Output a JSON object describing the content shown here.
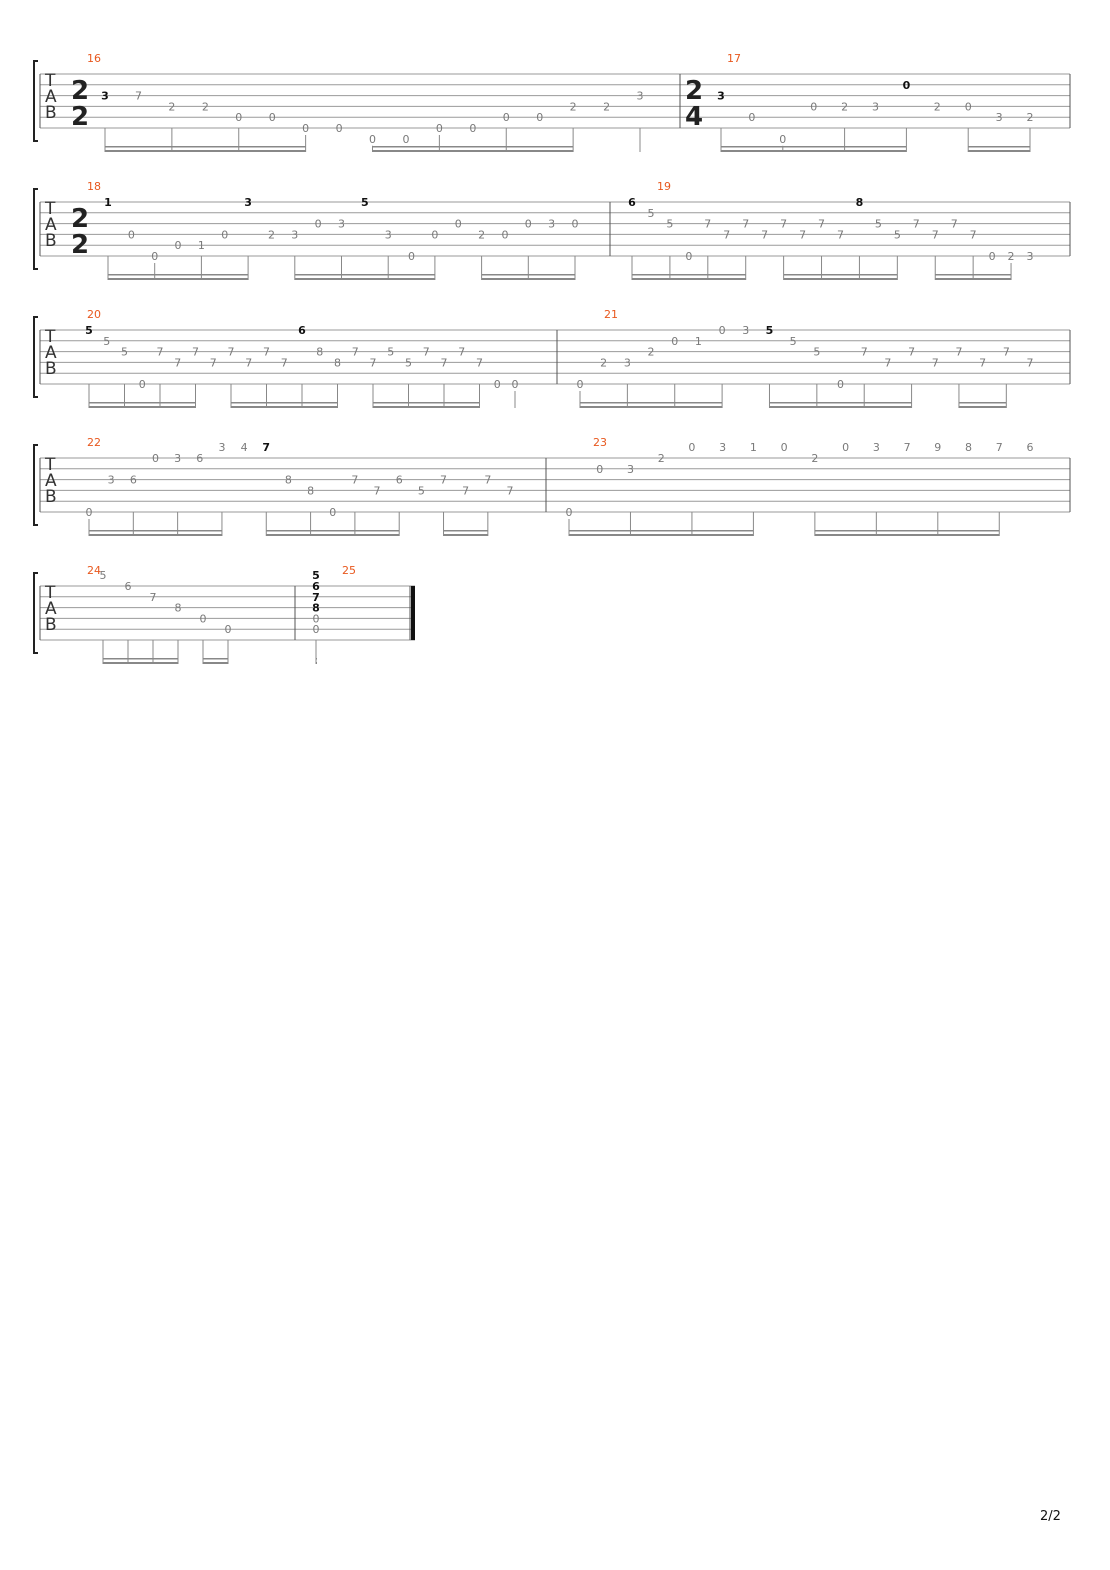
{
  "page": {
    "number": "2/2"
  },
  "colors": {
    "measure_number": "#e8581e",
    "fret": "#7a7a7a",
    "fret_strong": "#111111",
    "line": "#9a9a9a",
    "beam": "#888888"
  },
  "tab_clef": [
    "T",
    "A",
    "B"
  ],
  "systems": [
    {
      "time_signature": [
        "2",
        "2"
      ],
      "measures": [
        {
          "number": "16",
          "notes": [
            {
              "s": 3,
              "f": "3",
              "b": 1
            },
            {
              "s": 3,
              "f": "7",
              "b": 0
            },
            {
              "s": 4,
              "f": "2"
            },
            {
              "s": 4,
              "f": "2"
            },
            {
              "s": 5,
              "f": "0"
            },
            {
              "s": 5,
              "f": "0"
            },
            {
              "s": 6,
              "f": "0"
            },
            {
              "s": 6,
              "f": "0"
            },
            {
              "s": 7,
              "f": "0"
            },
            {
              "s": 7,
              "f": "0"
            },
            {
              "s": 6,
              "f": "0"
            },
            {
              "s": 6,
              "f": "0"
            },
            {
              "s": 5,
              "f": "0"
            },
            {
              "s": 5,
              "f": "0"
            },
            {
              "s": 4,
              "f": "2"
            },
            {
              "s": 4,
              "f": "2"
            },
            {
              "s": 3,
              "f": "3"
            }
          ]
        },
        {
          "number": "17",
          "time_signature": [
            "2",
            "4"
          ],
          "notes": [
            {
              "s": 3,
              "f": "3",
              "b": 1
            },
            {
              "s": 5,
              "f": "0"
            },
            {
              "s": 7,
              "f": "0"
            },
            {
              "s": 4,
              "f": "0"
            },
            {
              "s": 4,
              "f": "2"
            },
            {
              "s": 4,
              "f": "3"
            },
            {
              "s": 2,
              "f": "0",
              "b": 1
            },
            {
              "s": 4,
              "f": "2"
            },
            {
              "s": 4,
              "f": "0"
            },
            {
              "s": 5,
              "f": "3"
            },
            {
              "s": 5,
              "f": "2"
            }
          ]
        }
      ]
    },
    {
      "time_signature": [
        "2",
        "2"
      ],
      "measures": [
        {
          "number": "18",
          "notes": [
            {
              "s": 1,
              "f": "1",
              "b": 1
            },
            {
              "s": 4,
              "f": "0"
            },
            {
              "s": 6,
              "f": "0"
            },
            {
              "s": 5,
              "f": "0"
            },
            {
              "s": 5,
              "f": "1"
            },
            {
              "s": 4,
              "f": "0"
            },
            {
              "s": 1,
              "f": "3",
              "b": 1
            },
            {
              "s": 4,
              "f": "2"
            },
            {
              "s": 4,
              "f": "3"
            },
            {
              "s": 3,
              "f": "0"
            },
            {
              "s": 3,
              "f": "3"
            },
            {
              "s": 1,
              "f": "5",
              "b": 1
            },
            {
              "s": 4,
              "f": "3"
            },
            {
              "s": 6,
              "f": "0"
            },
            {
              "s": 4,
              "f": "0"
            },
            {
              "s": 3,
              "f": "0"
            },
            {
              "s": 4,
              "f": "2"
            },
            {
              "s": 4,
              "f": "0"
            },
            {
              "s": 3,
              "f": "0"
            },
            {
              "s": 3,
              "f": "3"
            },
            {
              "s": 3,
              "f": "0"
            }
          ]
        },
        {
          "number": "19",
          "notes": [
            {
              "s": 1,
              "f": "6",
              "b": 1
            },
            {
              "s": 2,
              "f": "5"
            },
            {
              "s": 3,
              "f": "5"
            },
            {
              "s": 6,
              "f": "0"
            },
            {
              "s": 3,
              "f": "7"
            },
            {
              "s": 4,
              "f": "7"
            },
            {
              "s": 3,
              "f": "7"
            },
            {
              "s": 4,
              "f": "7"
            },
            {
              "s": 3,
              "f": "7"
            },
            {
              "s": 4,
              "f": "7"
            },
            {
              "s": 3,
              "f": "7"
            },
            {
              "s": 4,
              "f": "7"
            },
            {
              "s": 1,
              "f": "8",
              "b": 1
            },
            {
              "s": 3,
              "f": "5"
            },
            {
              "s": 4,
              "f": "5"
            },
            {
              "s": 3,
              "f": "7"
            },
            {
              "s": 4,
              "f": "7"
            },
            {
              "s": 3,
              "f": "7"
            },
            {
              "s": 4,
              "f": "7"
            },
            {
              "s": 6,
              "f": "0"
            },
            {
              "s": 6,
              "f": "2"
            },
            {
              "s": 6,
              "f": "3"
            }
          ]
        }
      ]
    },
    {
      "measures": [
        {
          "number": "20",
          "notes": [
            {
              "s": 1,
              "f": "5",
              "b": 1
            },
            {
              "s": 2,
              "f": "5"
            },
            {
              "s": 3,
              "f": "5"
            },
            {
              "s": 6,
              "f": "0"
            },
            {
              "s": 3,
              "f": "7"
            },
            {
              "s": 4,
              "f": "7"
            },
            {
              "s": 3,
              "f": "7"
            },
            {
              "s": 4,
              "f": "7"
            },
            {
              "s": 3,
              "f": "7"
            },
            {
              "s": 4,
              "f": "7"
            },
            {
              "s": 3,
              "f": "7"
            },
            {
              "s": 4,
              "f": "7"
            },
            {
              "s": 1,
              "f": "6",
              "b": 1
            },
            {
              "s": 3,
              "f": "8"
            },
            {
              "s": 4,
              "f": "8"
            },
            {
              "s": 3,
              "f": "7"
            },
            {
              "s": 4,
              "f": "7"
            },
            {
              "s": 3,
              "f": "5"
            },
            {
              "s": 4,
              "f": "5"
            },
            {
              "s": 3,
              "f": "7"
            },
            {
              "s": 4,
              "f": "7"
            },
            {
              "s": 3,
              "f": "7"
            },
            {
              "s": 4,
              "f": "7"
            },
            {
              "s": 6,
              "f": "0"
            },
            {
              "s": 6,
              "f": "0"
            }
          ]
        },
        {
          "number": "21",
          "notes": [
            {
              "s": 6,
              "f": "0"
            },
            {
              "s": 4,
              "f": "2"
            },
            {
              "s": 4,
              "f": "3"
            },
            {
              "s": 3,
              "f": "2"
            },
            {
              "s": 2,
              "f": "0"
            },
            {
              "s": 2,
              "f": "1"
            },
            {
              "s": 1,
              "f": "0"
            },
            {
              "s": 1,
              "f": "3"
            },
            {
              "s": 1,
              "f": "5",
              "b": 1
            },
            {
              "s": 2,
              "f": "5"
            },
            {
              "s": 3,
              "f": "5"
            },
            {
              "s": 6,
              "f": "0"
            },
            {
              "s": 3,
              "f": "7"
            },
            {
              "s": 4,
              "f": "7"
            },
            {
              "s": 3,
              "f": "7"
            },
            {
              "s": 4,
              "f": "7"
            },
            {
              "s": 3,
              "f": "7"
            },
            {
              "s": 4,
              "f": "7"
            },
            {
              "s": 3,
              "f": "7"
            },
            {
              "s": 4,
              "f": "7"
            }
          ]
        }
      ]
    },
    {
      "measures": [
        {
          "number": "22",
          "notes": [
            {
              "s": 6,
              "f": "0"
            },
            {
              "s": 3,
              "f": "3"
            },
            {
              "s": 3,
              "f": "6"
            },
            {
              "s": 1,
              "f": "0"
            },
            {
              "s": 1,
              "f": "3"
            },
            {
              "s": 1,
              "f": "6"
            },
            {
              "s": 0,
              "f": "3"
            },
            {
              "s": 0,
              "f": "4"
            },
            {
              "s": 0,
              "f": "7",
              "b": 1
            },
            {
              "s": 3,
              "f": "8"
            },
            {
              "s": 4,
              "f": "8"
            },
            {
              "s": 6,
              "f": "0"
            },
            {
              "s": 3,
              "f": "7"
            },
            {
              "s": 4,
              "f": "7"
            },
            {
              "s": 3,
              "f": "6"
            },
            {
              "s": 4,
              "f": "5"
            },
            {
              "s": 3,
              "f": "7"
            },
            {
              "s": 4,
              "f": "7"
            },
            {
              "s": 3,
              "f": "7"
            },
            {
              "s": 4,
              "f": "7"
            }
          ]
        },
        {
          "number": "23",
          "notes": [
            {
              "s": 6,
              "f": "0"
            },
            {
              "s": 2,
              "f": "0"
            },
            {
              "s": 2,
              "f": "3"
            },
            {
              "s": 1,
              "f": "2"
            },
            {
              "s": 0,
              "f": "0"
            },
            {
              "s": 0,
              "f": "3"
            },
            {
              "s": 0,
              "f": "1"
            },
            {
              "s": 0,
              "f": "0"
            },
            {
              "s": 1,
              "f": "2"
            },
            {
              "s": 0,
              "f": "0"
            },
            {
              "s": 0,
              "f": "3"
            },
            {
              "s": 0,
              "f": "7"
            },
            {
              "s": 0,
              "f": "9"
            },
            {
              "s": 0,
              "f": "8"
            },
            {
              "s": 0,
              "f": "7"
            },
            {
              "s": 0,
              "f": "6"
            }
          ]
        }
      ]
    },
    {
      "measures": [
        {
          "number": "24",
          "notes": [
            {
              "s": 0,
              "f": "5"
            },
            {
              "s": 1,
              "f": "6"
            },
            {
              "s": 2,
              "f": "7"
            },
            {
              "s": 3,
              "f": "8"
            },
            {
              "s": 4,
              "f": "0"
            },
            {
              "s": 5,
              "f": "0"
            }
          ]
        },
        {
          "number": "25",
          "notes": [
            {
              "s": 0,
              "f": "5",
              "b": 1
            },
            {
              "s": 1,
              "f": "6",
              "b": 1
            },
            {
              "s": 2,
              "f": "7",
              "b": 1
            },
            {
              "s": 3,
              "f": "8",
              "b": 1
            },
            {
              "s": 4,
              "f": "0"
            },
            {
              "s": 5,
              "f": "0"
            }
          ]
        }
      ]
    }
  ]
}
